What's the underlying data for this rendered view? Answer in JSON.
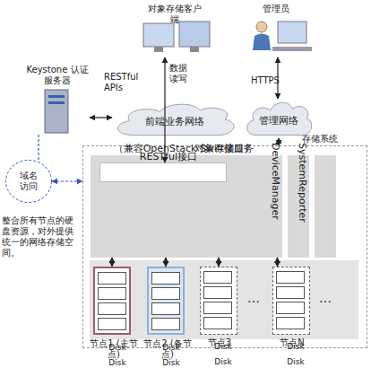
{
  "diagram": {
    "nodes": [
      {
        "text": [
          "对象存储客户端"
        ]
      },
      {
        "text": [
          "管理员"
        ]
      },
      {
        "text": [
          "Keystone 认证服务器"
        ]
      },
      {
        "text": [
          "前端业务网络"
        ]
      },
      {
        "text": [
          "管理网络"
        ]
      },
      {
        "text": [
          "域名访问"
        ]
      },
      {
        "text": [
          "存储系统"
        ]
      },
      {
        "text": [
          "对象存储服务",
          "（兼容OpenStack Swift接口）"
        ],
        "in": 6
      },
      {
        "text": [
          "RESTful接口"
        ],
        "in": 7
      },
      {
        "text": [
          "DeviceManager"
        ],
        "in": 6
      },
      {
        "text": [
          "SystemReporter"
        ],
        "in": 6
      },
      {
        "text": [
          "节点1 (主节点)"
        ],
        "in": 6
      },
      {
        "text": [
          "Disk"
        ],
        "in": 11
      },
      {
        "text": [
          "Disk"
        ],
        "in": 11
      },
      {
        "text": [
          "…"
        ],
        "in": 11
      },
      {
        "text": [
          "Disk"
        ],
        "in": 11
      },
      {
        "text": [
          "节点2 (备节点)"
        ],
        "in": 6
      },
      {
        "text": [
          "Disk"
        ],
        "in": 16
      },
      {
        "text": [
          "Disk"
        ],
        "in": 16
      },
      {
        "text": [
          "…"
        ],
        "in": 16
      },
      {
        "text": [
          "Disk"
        ],
        "in": 16
      },
      {
        "text": [
          "节点3"
        ],
        "in": 6
      },
      {
        "text": [
          "Disk"
        ],
        "in": 21
      },
      {
        "text": [
          "Disk"
        ],
        "in": 21
      },
      {
        "text": [
          "…"
        ],
        "in": 21
      },
      {
        "text": [
          "Disk"
        ],
        "in": 21
      },
      {
        "text": [
          "节点N"
        ],
        "in": 6
      },
      {
        "text": [
          "Disk"
        ],
        "in": 26
      },
      {
        "text": [
          "Disk"
        ],
        "in": 26
      },
      {
        "text": [
          "…"
        ],
        "in": 26
      },
      {
        "text": [
          "Disk"
        ],
        "in": 26
      }
    ],
    "edges": [
      {
        "from": 0,
        "to": 8,
        "label": "数据读写",
        "arrow": "both"
      },
      {
        "from": 2,
        "to": 3,
        "arrow": "both"
      },
      {
        "from": 1,
        "to": 4,
        "label": "HTTPS",
        "arrow": "both"
      },
      {
        "from": 4,
        "to": 6,
        "arrow": "both"
      },
      {
        "from": 2,
        "to": 5,
        "arrow": "none"
      },
      {
        "from": 5,
        "to": 6,
        "arrow": "both"
      },
      {
        "from": 7,
        "to": 11,
        "arrow": "both"
      },
      {
        "from": 7,
        "to": 16,
        "arrow": "both"
      },
      {
        "from": 7,
        "to": 21,
        "arrow": "both"
      },
      {
        "from": 7,
        "to": 26,
        "arrow": "both"
      }
    ],
    "labels": [
      "RESTful APIs",
      "整合所有节点的硬盘资源，对外提供统一的网络存储空间。",
      "…",
      "…"
    ]
  }
}
